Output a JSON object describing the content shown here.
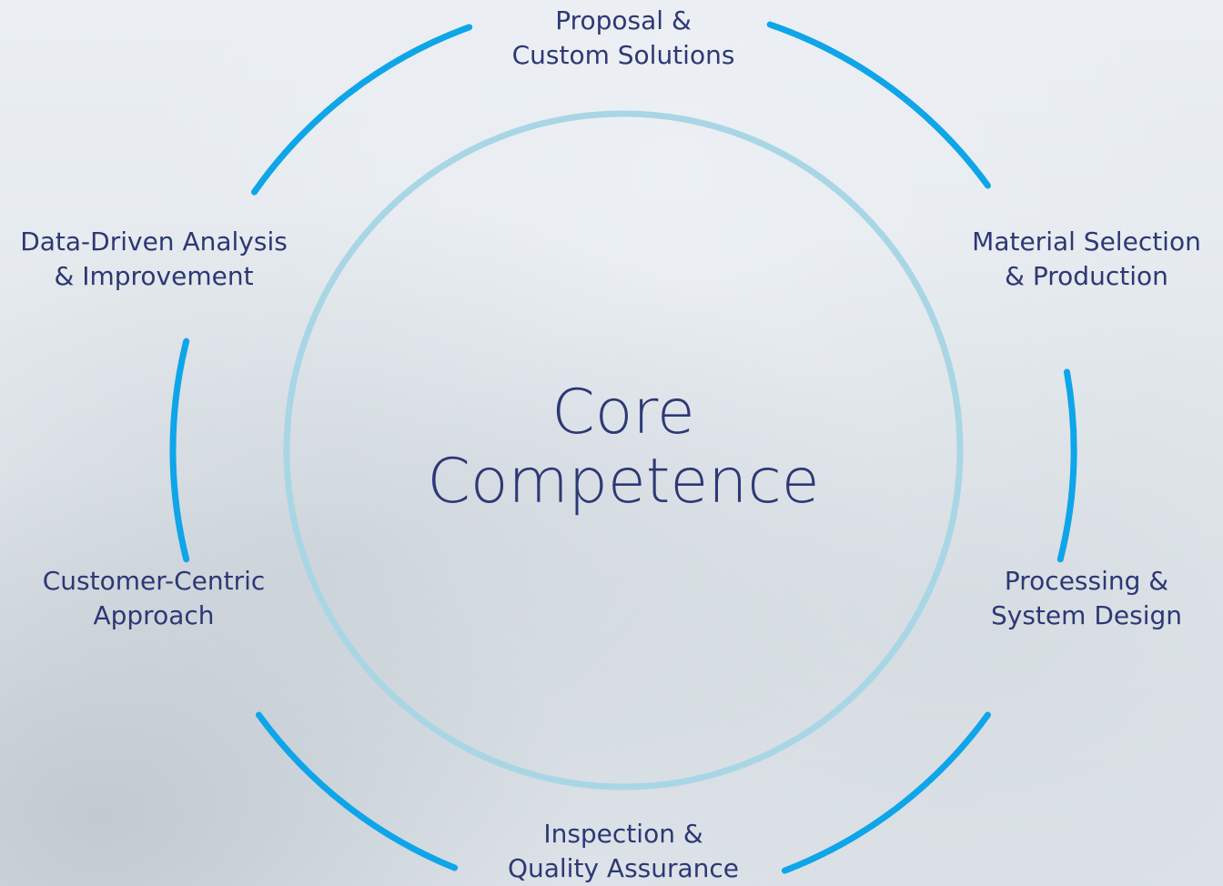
{
  "center": {
    "line1": "Core",
    "line2": "Competence"
  },
  "steps": [
    {
      "line1": "Proposal &",
      "line2": "Custom Solutions"
    },
    {
      "line1": "Material Selection",
      "line2": "& Production"
    },
    {
      "line1": "Processing &",
      "line2": "System Design"
    },
    {
      "line1": "Inspection &",
      "line2": "Quality Assurance"
    },
    {
      "line1": "Customer-Centric",
      "line2": "Approach"
    },
    {
      "line1": "Data-Driven Analysis",
      "line2": "& Improvement"
    }
  ],
  "colors": {
    "outer_arc": "#0ea5e9",
    "inner_ring": "#a9d6e5",
    "text": "#2d3875"
  }
}
